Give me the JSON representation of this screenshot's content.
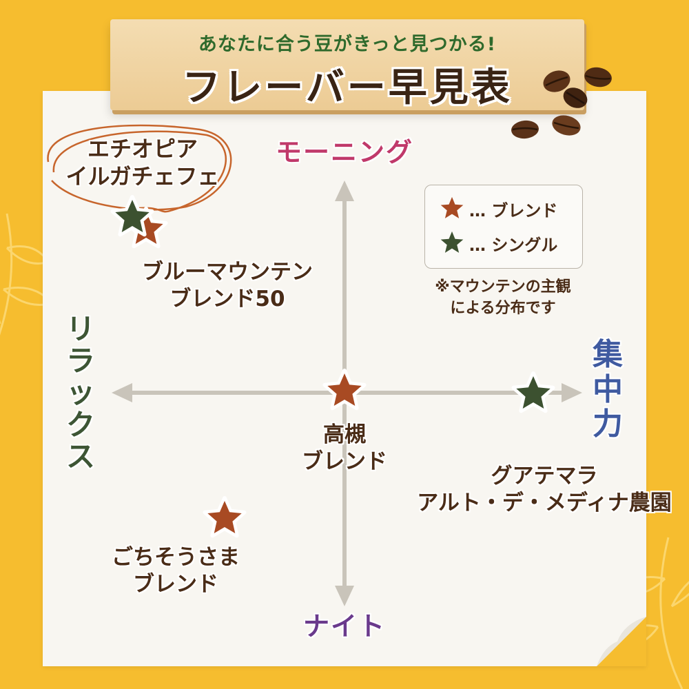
{
  "header": {
    "subtitle": "あなたに合う豆がきっと見つかる!",
    "title": "フレーバー早見表"
  },
  "axes": {
    "top": "モーニング",
    "bottom": "ナイト",
    "left": "リラックス",
    "right": "集中力"
  },
  "coffees": [
    {
      "id": "ethiopia",
      "lines": [
        "エチオピア",
        "イルガチェフェ"
      ],
      "type": "single",
      "circled": true
    },
    {
      "id": "bluemountain",
      "lines": [
        "ブルーマウンテン",
        "ブレンド50"
      ],
      "type": "blend"
    },
    {
      "id": "takatsuki",
      "lines": [
        "高槻",
        "ブレンド"
      ],
      "type": "blend"
    },
    {
      "id": "guatemala",
      "lines": [
        "グアテマラ",
        "アルト・デ・メディナ農園"
      ],
      "type": "single"
    },
    {
      "id": "gochisousama",
      "lines": [
        "ごちそうさま",
        "ブレンド"
      ],
      "type": "blend"
    }
  ],
  "legend": {
    "blend": "… ブレンド",
    "single": "… シングル"
  },
  "note": [
    "※マウンテンの主観",
    "による分布です"
  ],
  "colors": {
    "blend": "#a84a23",
    "single": "#3c5130",
    "background": "#f6bd2f",
    "paper": "#f8f6f1",
    "arrow": "#c9c4ba"
  }
}
